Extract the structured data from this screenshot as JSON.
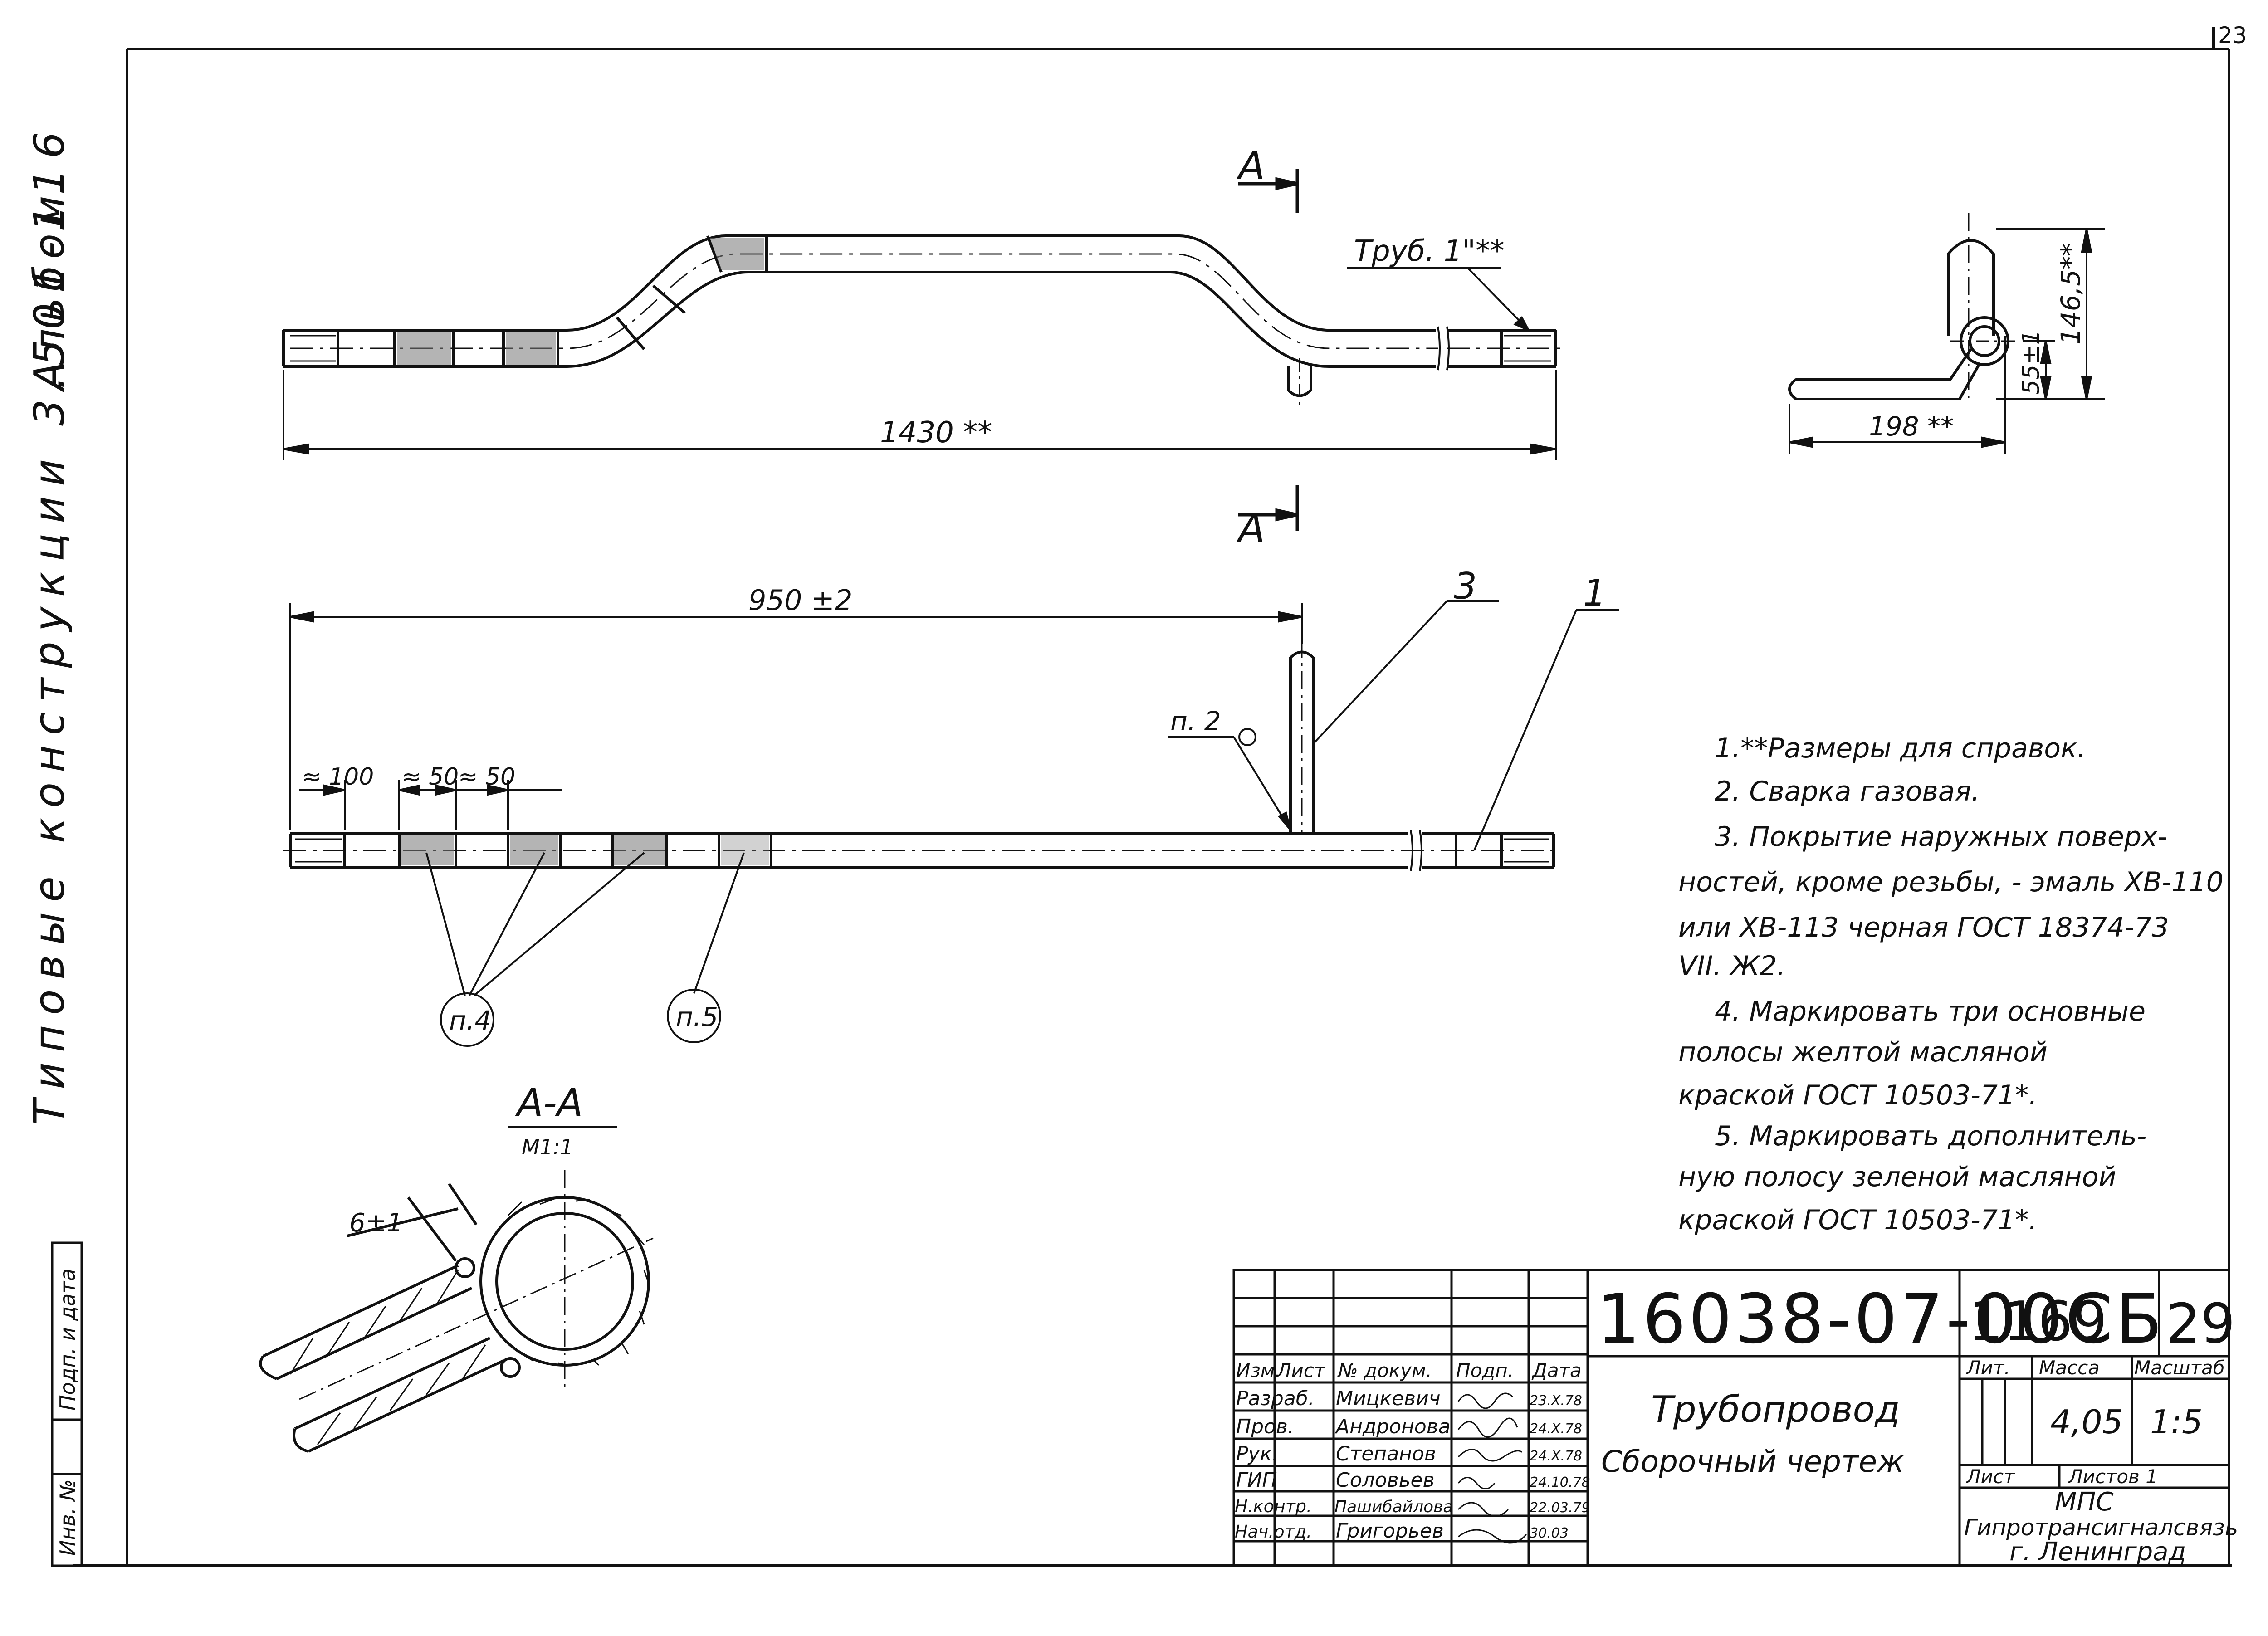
{
  "colors": {
    "ink": "#111111",
    "paper": "#ffffff",
    "marking": "#777777"
  },
  "page_number": "23",
  "side_title": {
    "series": "Типовые конструкции 3.501-116",
    "album": "Альбом"
  },
  "left_stamp": {
    "signature_date": "Подп. и дата",
    "inventory_no": "Инв. №"
  },
  "views": {
    "main": {
      "pipe_callout": "Труб. 1\"**",
      "total_length": "1430 **",
      "section_mark": "А"
    },
    "side": {
      "width": "198 **",
      "height": "146,5**",
      "offset": "55±1"
    },
    "plan": {
      "length_to_branch": "950 ±2",
      "seg1": "≈ 100",
      "seg2": "≈ 50",
      "seg3": "≈ 50",
      "callout_p2": "п. 2",
      "pos3": "3",
      "pos1": "1",
      "callout_p4": "п.4",
      "callout_p5": "п.5"
    },
    "section": {
      "title": "А-А",
      "scale": "М1:1",
      "weld": "6±1"
    }
  },
  "notes": [
    "1.**Размеры для справок.",
    "2. Сварка газовая.",
    "3. Покрытие наружных поверх-",
    "ностей, кроме резьбы, - эмаль ХВ-110",
    "или ХВ-113 черная ГОСТ 18374-73",
    "VII. Ж2.",
    "4. Маркировать три основные",
    "полосы желтой масляной",
    "краской ГОСТ 10503-71*.",
    "5. Маркировать дополнитель-",
    "ную полосу зеленой масляной",
    "краской ГОСТ 10503-71*."
  ],
  "title_block": {
    "designation": "16038-07-00СБ",
    "code": "1169",
    "sheet_no": "29",
    "name": "Трубопровод",
    "doc_type": "Сборочный чертеж",
    "headers": {
      "izm": "Изм.",
      "list": "Лист",
      "doc_no": "№ докум.",
      "sign": "Подп.",
      "date": "Дата",
      "lit": "Лит.",
      "mass": "Масса",
      "scale": "Масштаб",
      "sheet": "Лист",
      "sheets": "Листов 1"
    },
    "mass_value": "4,05",
    "scale_value": "1:5",
    "staff": [
      {
        "role": "Разраб.",
        "name": "Мицкевич",
        "date": "23.X.78"
      },
      {
        "role": "Пров.",
        "name": "Андронова",
        "date": "24.X.78"
      },
      {
        "role": "Рук.",
        "name": "Степанов",
        "date": "24.X.78"
      },
      {
        "role": "ГИП",
        "name": "Соловьев",
        "date": "24.10.78"
      },
      {
        "role": "Н.контр.",
        "name": "Пашибайлова",
        "date": "22.03.79"
      },
      {
        "role": "Нач.отд.",
        "name": "Григорьев",
        "date": "30.03"
      }
    ],
    "org_line1": "МПС",
    "org_line2": "Гипротрансигналсвязь",
    "org_line3": "г. Ленинград"
  }
}
